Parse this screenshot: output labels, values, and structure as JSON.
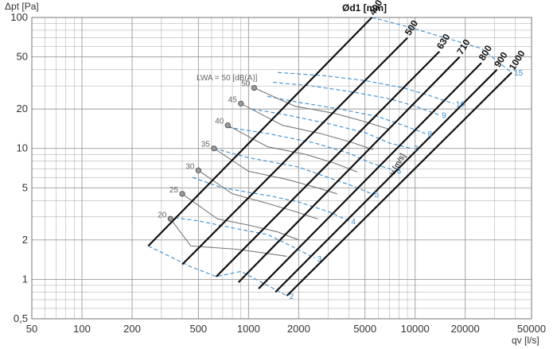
{
  "chart_data": {
    "type": "line",
    "x_axis": {
      "label": "qv [l/s]",
      "scale": "log",
      "range": [
        50,
        50000
      ],
      "ticks": [
        "50",
        "100",
        "200",
        "500",
        "1000",
        "2000",
        "5000",
        "10000",
        "20000",
        "50000"
      ]
    },
    "y_axis": {
      "label": "Δpt [Pa]",
      "scale": "log",
      "range": [
        0.5,
        100
      ],
      "ticks": [
        "0,5",
        "1",
        "2",
        "5",
        "10",
        "20",
        "50",
        "100"
      ]
    },
    "grid": true,
    "colors": {
      "duct": "#111111",
      "sound": "#777777",
      "velocity": "#3a8fd0",
      "grid": "#9a9a9a",
      "marker": "#9a9a9a"
    },
    "diameter_legend": "Ød1 [mm]",
    "diameters": [
      {
        "name": "400",
        "points": [
          [
            250,
            1.8
          ],
          [
            5500,
            100
          ]
        ]
      },
      {
        "name": "500",
        "points": [
          [
            400,
            1.3
          ],
          [
            9000,
            70
          ]
        ]
      },
      {
        "name": "630",
        "points": [
          [
            640,
            1.05
          ],
          [
            14000,
            55
          ]
        ]
      },
      {
        "name": "710",
        "points": [
          [
            870,
            0.95
          ],
          [
            18500,
            50
          ]
        ]
      },
      {
        "name": "800",
        "points": [
          [
            1150,
            0.85
          ],
          [
            25000,
            45
          ]
        ]
      },
      {
        "name": "900",
        "points": [
          [
            1450,
            0.8
          ],
          [
            31000,
            40
          ]
        ]
      },
      {
        "name": "1000",
        "points": [
          [
            1700,
            0.75
          ],
          [
            38000,
            38
          ]
        ]
      }
    ],
    "velocity_legend": "v [m/s]",
    "velocity_lines": [
      {
        "label": "2",
        "points": [
          [
            250,
            1.8
          ],
          [
            450,
            1.25
          ],
          [
            640,
            1.05
          ],
          [
            900,
            1.15
          ],
          [
            1200,
            0.95
          ],
          [
            1700,
            0.75
          ]
        ]
      },
      {
        "label": "3",
        "points": [
          [
            330,
            3.0
          ],
          [
            500,
            2.8
          ],
          [
            900,
            2.4
          ],
          [
            1300,
            2.2
          ],
          [
            1800,
            1.8
          ],
          [
            2500,
            1.45
          ]
        ]
      },
      {
        "label": "4",
        "points": [
          [
            460,
            6.0
          ],
          [
            700,
            5.0
          ],
          [
            1400,
            4.3
          ],
          [
            2000,
            3.9
          ],
          [
            3000,
            3.3
          ],
          [
            4000,
            2.8
          ]
        ]
      },
      {
        "label": "5",
        "points": [
          [
            620,
            10.0
          ],
          [
            1000,
            8.5
          ],
          [
            2000,
            7.2
          ],
          [
            3000,
            6.0
          ],
          [
            4000,
            5.3
          ],
          [
            5500,
            4.5
          ]
        ]
      },
      {
        "label": "6",
        "points": [
          [
            750,
            14.5
          ],
          [
            1300,
            13.0
          ],
          [
            2500,
            11.0
          ],
          [
            4000,
            9.2
          ],
          [
            5500,
            7.7
          ],
          [
            7500,
            6.8
          ]
        ]
      },
      {
        "label": "7",
        "points": [
          [
            1050,
            20.0
          ],
          [
            1700,
            18.0
          ],
          [
            3000,
            15.5
          ],
          [
            5000,
            13.2
          ],
          [
            7000,
            11.0
          ],
          [
            9500,
            10.0
          ]
        ]
      },
      {
        "label": "8",
        "points": [
          [
            1300,
            25.0
          ],
          [
            2000,
            22.5
          ],
          [
            3500,
            20.0
          ],
          [
            6000,
            17.5
          ],
          [
            8500,
            15.0
          ],
          [
            11500,
            13.0
          ]
        ]
      },
      {
        "label": "9",
        "points": [
          [
            1400,
            32.0
          ],
          [
            2400,
            30.0
          ],
          [
            4200,
            27.0
          ],
          [
            7000,
            24.0
          ],
          [
            10000,
            21.0
          ],
          [
            14000,
            18.0
          ]
        ]
      },
      {
        "label": "10",
        "points": [
          [
            1500,
            38.0
          ],
          [
            2800,
            36.0
          ],
          [
            5000,
            33.0
          ],
          [
            8500,
            29.0
          ],
          [
            12000,
            25.5
          ],
          [
            17000,
            22.0
          ]
        ]
      },
      {
        "label": "15",
        "points": [
          [
            5500,
            100.0
          ],
          [
            9000,
            85.0
          ],
          [
            14000,
            72.0
          ],
          [
            18500,
            65.0
          ],
          [
            25000,
            58.0
          ],
          [
            38000,
            38.0
          ]
        ]
      }
    ],
    "sound_legend": "LWA = 50 [dB(A)]",
    "sound_lines": [
      {
        "label": "20",
        "points": [
          [
            340,
            2.9
          ],
          [
            450,
            1.8
          ],
          [
            850,
            1.7
          ],
          [
            1200,
            1.6
          ],
          [
            1700,
            1.5
          ]
        ]
      },
      {
        "label": "25",
        "points": [
          [
            400,
            4.5
          ],
          [
            650,
            2.9
          ],
          [
            1000,
            2.6
          ],
          [
            1500,
            2.3
          ],
          [
            2000,
            2.0
          ]
        ]
      },
      {
        "label": "30",
        "points": [
          [
            500,
            6.8
          ],
          [
            800,
            4.5
          ],
          [
            1300,
            3.8
          ],
          [
            1900,
            3.3
          ],
          [
            2600,
            2.9
          ]
        ]
      },
      {
        "label": "35",
        "points": [
          [
            620,
            10.0
          ],
          [
            1000,
            6.7
          ],
          [
            1700,
            5.8
          ],
          [
            2600,
            5.0
          ],
          [
            3400,
            4.5
          ]
        ]
      },
      {
        "label": "40",
        "points": [
          [
            750,
            15.0
          ],
          [
            1300,
            10.3
          ],
          [
            2200,
            9.0
          ],
          [
            3300,
            7.7
          ],
          [
            4500,
            6.6
          ]
        ]
      },
      {
        "label": "45",
        "points": [
          [
            900,
            22.0
          ],
          [
            1600,
            15.0
          ],
          [
            2700,
            13.0
          ],
          [
            4100,
            11.2
          ],
          [
            5600,
            9.8
          ]
        ]
      },
      {
        "label": "50",
        "points": [
          [
            1080,
            29.0
          ],
          [
            1900,
            21.0
          ],
          [
            3300,
            18.5
          ],
          [
            5000,
            16.0
          ],
          [
            7000,
            14.0
          ]
        ]
      }
    ]
  }
}
